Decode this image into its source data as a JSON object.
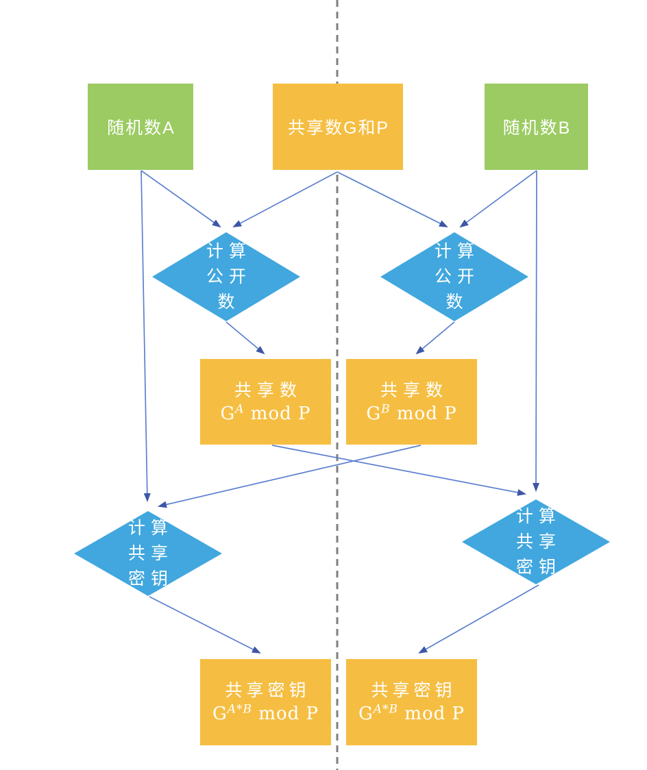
{
  "colors": {
    "box_green": "#9BCB62",
    "box_orange": "#F5BE42",
    "diamond_blue": "#41A7DE",
    "arrow_line": "#5B7FD0",
    "arrow_head": "#3D56A6",
    "divider_gray": "#7F7F7F",
    "text_white": "#FFFFFF"
  },
  "nodes": {
    "random_a": {
      "label": "随机数A"
    },
    "shared_gp": {
      "label": "共享数G和P"
    },
    "random_b": {
      "label": "随机数B"
    },
    "calc_public_left": {
      "lines": [
        "计算",
        "公开",
        "数"
      ]
    },
    "calc_public_right": {
      "lines": [
        "计算",
        "公开",
        "数"
      ]
    },
    "shared_ga": {
      "title": "共享数",
      "formula": {
        "base": "G",
        "sup": "A",
        "rest": " mod P"
      }
    },
    "shared_gb": {
      "title": "共享数",
      "formula": {
        "base": "G",
        "sup": "B",
        "rest": " mod P"
      }
    },
    "calc_key_left": {
      "lines": [
        "计算",
        "共享",
        "密钥"
      ]
    },
    "calc_key_right": {
      "lines": [
        "计算",
        "共享",
        "密钥"
      ]
    },
    "shared_key_left": {
      "title": "共享密钥",
      "formula": {
        "base": "G",
        "sup": "A*B",
        "rest": " mod P"
      }
    },
    "shared_key_right": {
      "title": "共享密钥",
      "formula": {
        "base": "G",
        "sup": "A*B",
        "rest": " mod P"
      }
    }
  }
}
